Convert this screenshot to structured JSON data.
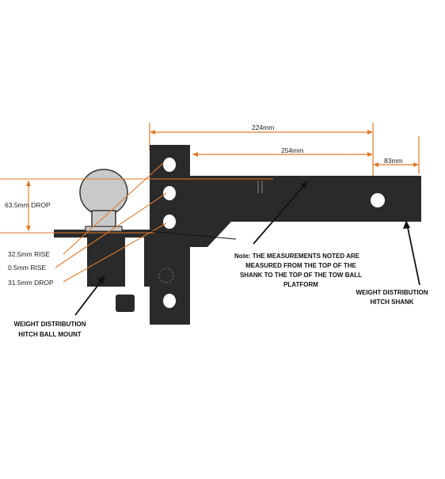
{
  "colors": {
    "accent": "#e07a2a",
    "steel": "#2a2a2a",
    "steel_dark": "#1a1a1a",
    "ball": "#c9c9c9"
  },
  "dimensions": {
    "top": "224mm",
    "middle": "254mm",
    "right": "83mm"
  },
  "left_labels": {
    "drop_top": "63.5mm DROP",
    "rise_1": "32.5mm RISE",
    "rise_2": "0.5mm RISE",
    "drop_bottom": "31.5mm DROP"
  },
  "note": {
    "line1": "Note: THE MEASUREMENTS NOTED ARE",
    "line2": "MEASURED FROM THE TOP OF THE",
    "line3": "SHANK TO THE TOP OF THE TOW BALL",
    "line4": "PLATFORM"
  },
  "shank_label": {
    "line1": "WEIGHT DISTRIBUTION",
    "line2": "HITCH SHANK"
  },
  "mount_label": {
    "line1": "WEIGHT DISTRIBUTION",
    "line2": "HITCH BALL MOUNT"
  }
}
